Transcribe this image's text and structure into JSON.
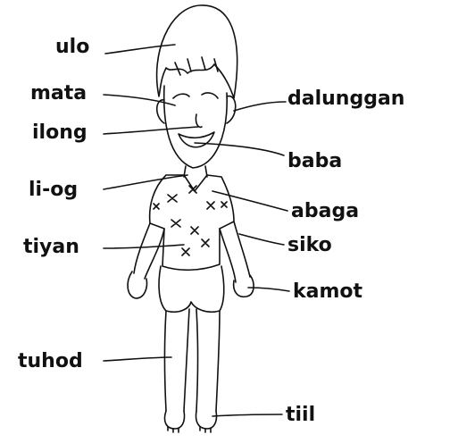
{
  "labels": {
    "ulo": "ulo",
    "mata": "mata",
    "ilong": "ilong",
    "li_og": "li-og",
    "tiyan": "tiyan",
    "tuhod": "tuhod",
    "dalunggan": "dalunggan",
    "baba": "baba",
    "abaga": "abaga",
    "siko": "siko",
    "kamot": "kamot",
    "tiil": "tiil"
  },
  "colors": {
    "ink": "#111111",
    "background": "#ffffff"
  }
}
